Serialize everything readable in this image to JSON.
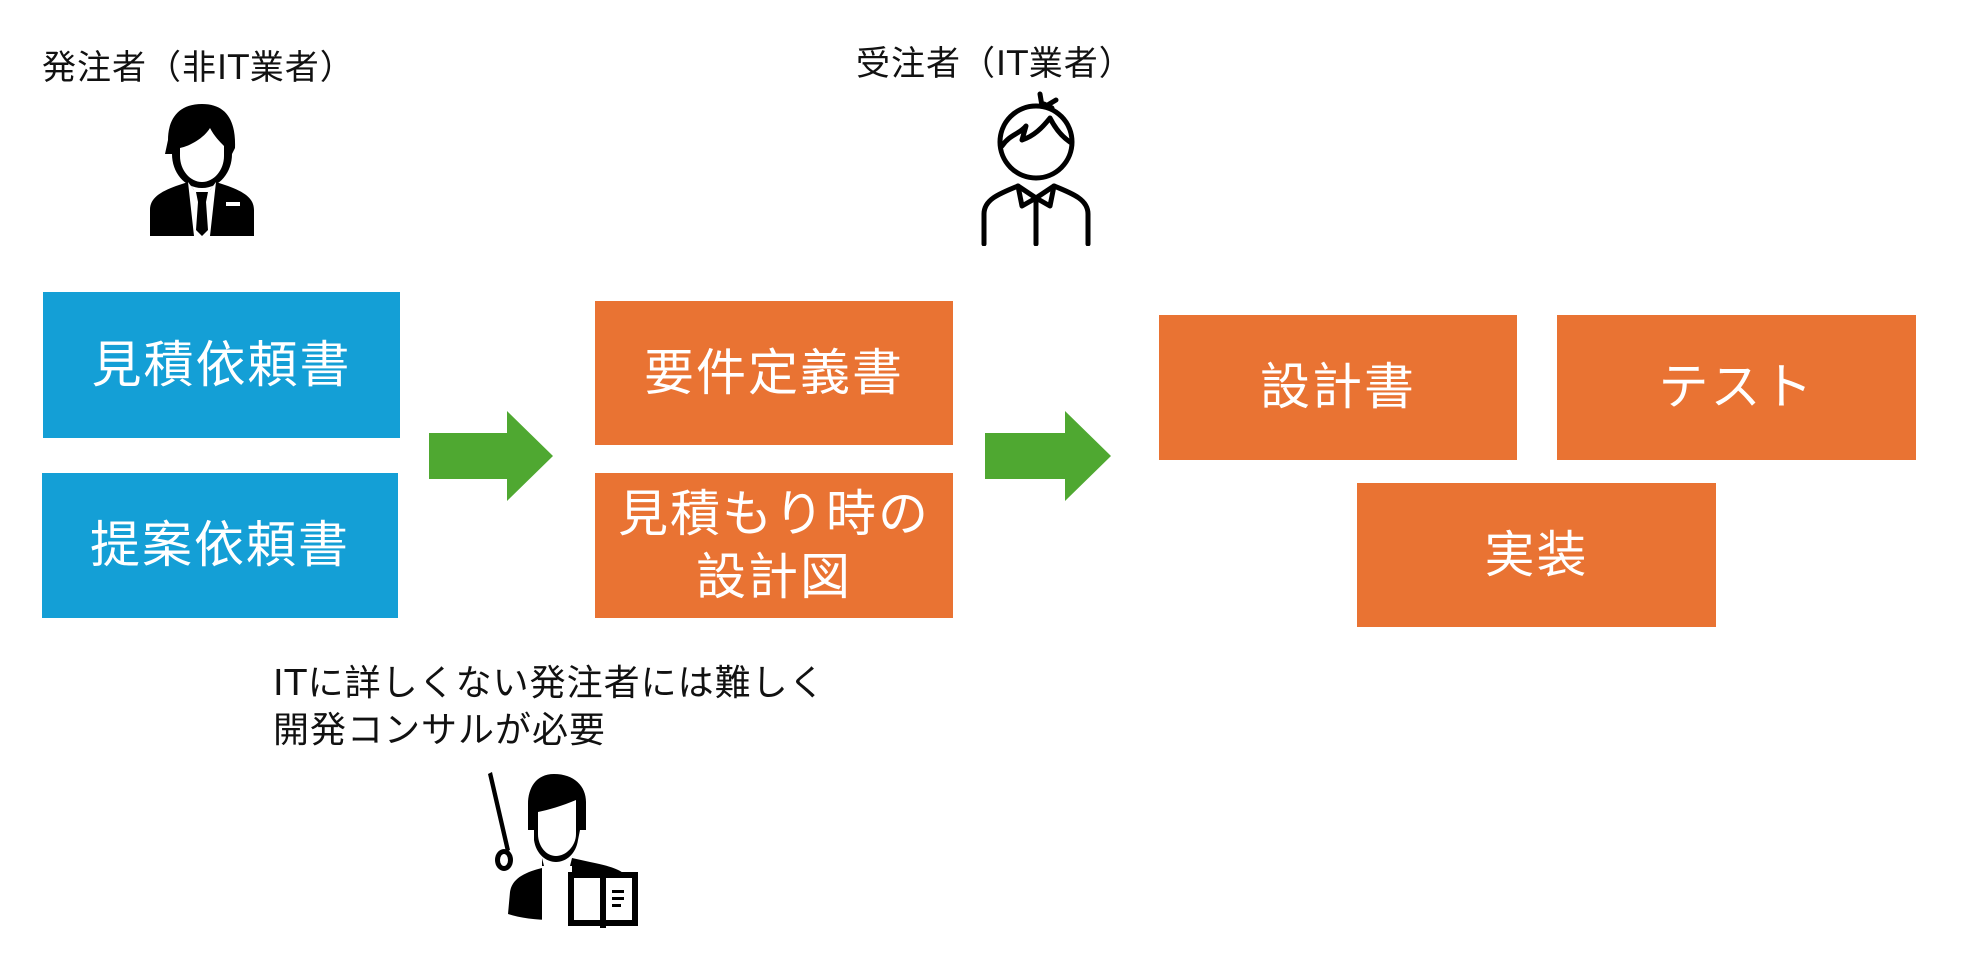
{
  "colors": {
    "request_doc": "#149FD6",
    "deliverable": "#E97333",
    "arrow": "#4FA831",
    "text": "#111111"
  },
  "client": {
    "label": "発注者（非IT業者）",
    "icon": "businessman-icon"
  },
  "vendor": {
    "label": "受注者（IT業者）",
    "icon": "person-outline-icon"
  },
  "client_documents": [
    {
      "label": "見積依頼書"
    },
    {
      "label": "提案依頼書"
    }
  ],
  "vendor_documents": [
    {
      "label": "要件定義書"
    },
    {
      "label": "見積もり時の\n設計図",
      "line1": "見積もり時の",
      "line2": "設計図"
    }
  ],
  "development_phases": [
    {
      "label": "設計書"
    },
    {
      "label": "テスト"
    },
    {
      "label": "実装"
    }
  ],
  "arrows": [
    {
      "from": "client_documents",
      "to": "vendor_documents",
      "icon": "right-arrow-icon"
    },
    {
      "from": "vendor_documents",
      "to": "development_phases",
      "icon": "right-arrow-icon"
    }
  ],
  "consultant": {
    "note_line1": "ITに詳しくない発注者には難しく",
    "note_line2": "開発コンサルが必要",
    "icon": "teacher-with-book-icon"
  }
}
